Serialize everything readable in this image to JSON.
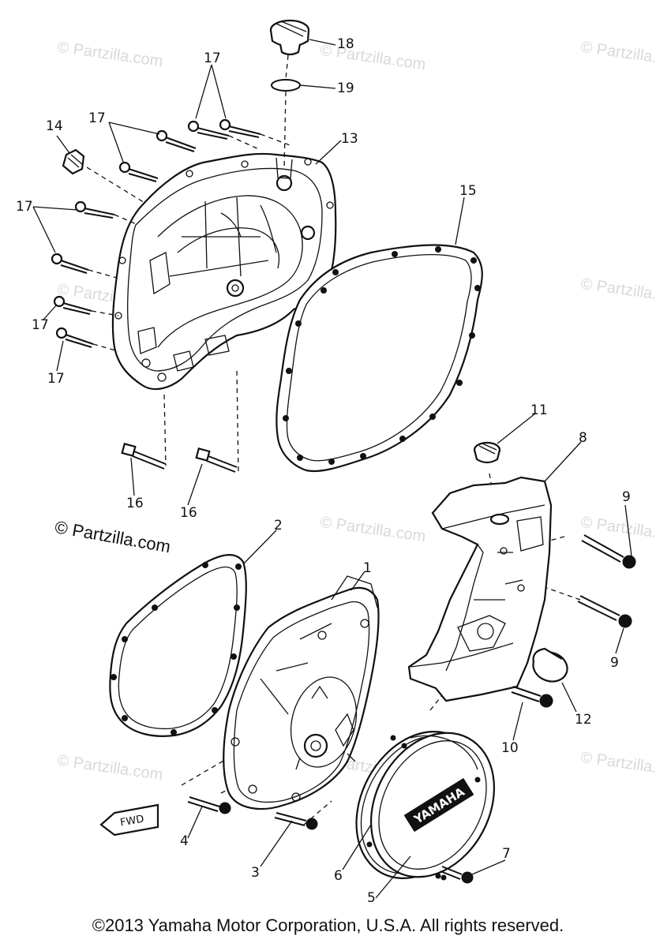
{
  "watermark": "© Partzilla.com",
  "main_watermark": "© Partzilla.com",
  "copyright": "©2013 Yamaha Motor Corporation, U.S.A. All rights reserved.",
  "fwd_label": "FWD",
  "cover_brand": "YAMAHA",
  "callouts": {
    "c1": "1",
    "c2": "2",
    "c3": "3",
    "c4": "4",
    "c5": "5",
    "c6": "6",
    "c7": "7",
    "c8": "8",
    "c9a": "9",
    "c9b": "9",
    "c10": "10",
    "c11": "11",
    "c12": "12",
    "c13": "13",
    "c14": "14",
    "c15": "15",
    "c16a": "16",
    "c16b": "16",
    "c17a": "17",
    "c17b": "17",
    "c17c": "17",
    "c17d": "17",
    "c17e": "17",
    "c18": "18",
    "c19": "19"
  }
}
